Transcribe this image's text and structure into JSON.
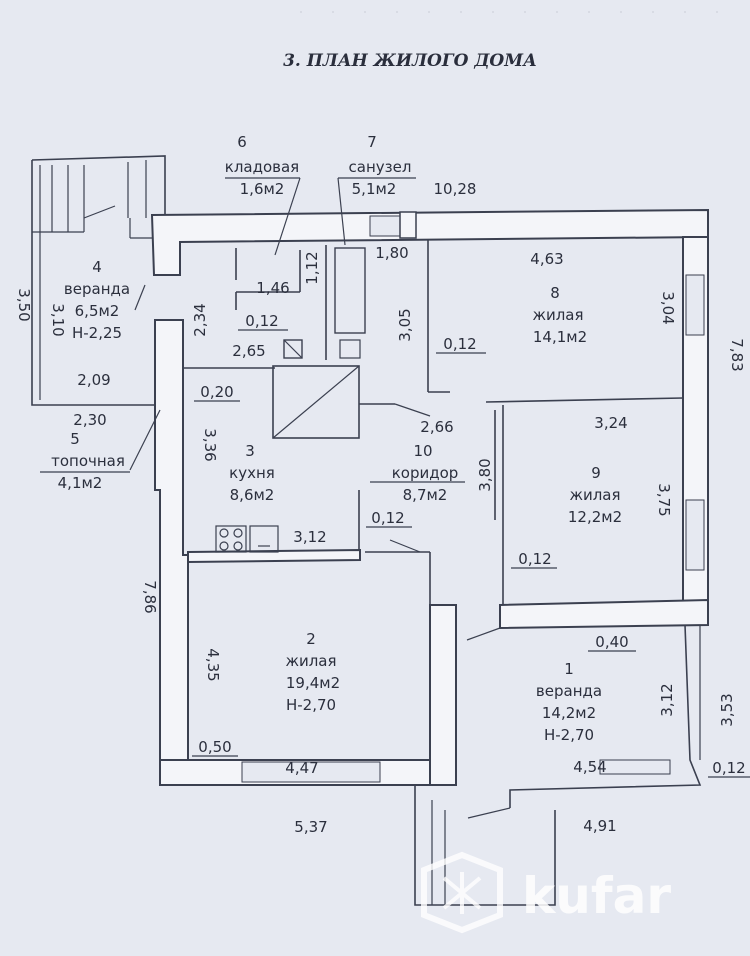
{
  "title": "3. ПЛАН ЖИЛОГО ДОМА",
  "rooms": [
    {
      "key": "r1",
      "num": "1",
      "name": "веранда",
      "area": "14,2м2",
      "height": "Н-2,70"
    },
    {
      "key": "r2",
      "num": "2",
      "name": "жилая",
      "area": "19,4м2",
      "height": "Н-2,70"
    },
    {
      "key": "r3",
      "num": "3",
      "name": "кухня",
      "area": "8,6м2"
    },
    {
      "key": "r4",
      "num": "4",
      "name": "веранда",
      "area": "6,5м2",
      "height": "Н-2,25"
    },
    {
      "key": "r5",
      "num": "5",
      "name": "топочная",
      "area": "4,1м2"
    },
    {
      "key": "r6",
      "num": "6",
      "name": "кладовая",
      "area": "1,6м2"
    },
    {
      "key": "r7",
      "num": "7",
      "name": "санузел",
      "area": "5,1м2"
    },
    {
      "key": "r8",
      "num": "8",
      "name": "жилая",
      "area": "14,1м2"
    },
    {
      "key": "r9",
      "num": "9",
      "name": "жилая",
      "area": "12,2м2"
    },
    {
      "key": "r10",
      "num": "10",
      "name": "коридор",
      "area": "8,7м2"
    }
  ],
  "dims": [
    "10,28",
    "4,63",
    "3,04",
    "7,83",
    "1,80",
    "1,12",
    "1,46",
    "0,12",
    "3,05",
    "0,12",
    "3,50",
    "3,10",
    "2,34",
    "2,65",
    "2,09",
    "0,20",
    "2,30",
    "3,36",
    "2,66",
    "3,24",
    "3,80",
    "3,75",
    "0,12",
    "3,12",
    "0,12",
    "0,40",
    "7,86",
    "4,35",
    "3,12",
    "3,53",
    "0,50",
    "4,47",
    "4,54",
    "0,12",
    "5,37",
    "4,91"
  ],
  "watermark": "kufar"
}
